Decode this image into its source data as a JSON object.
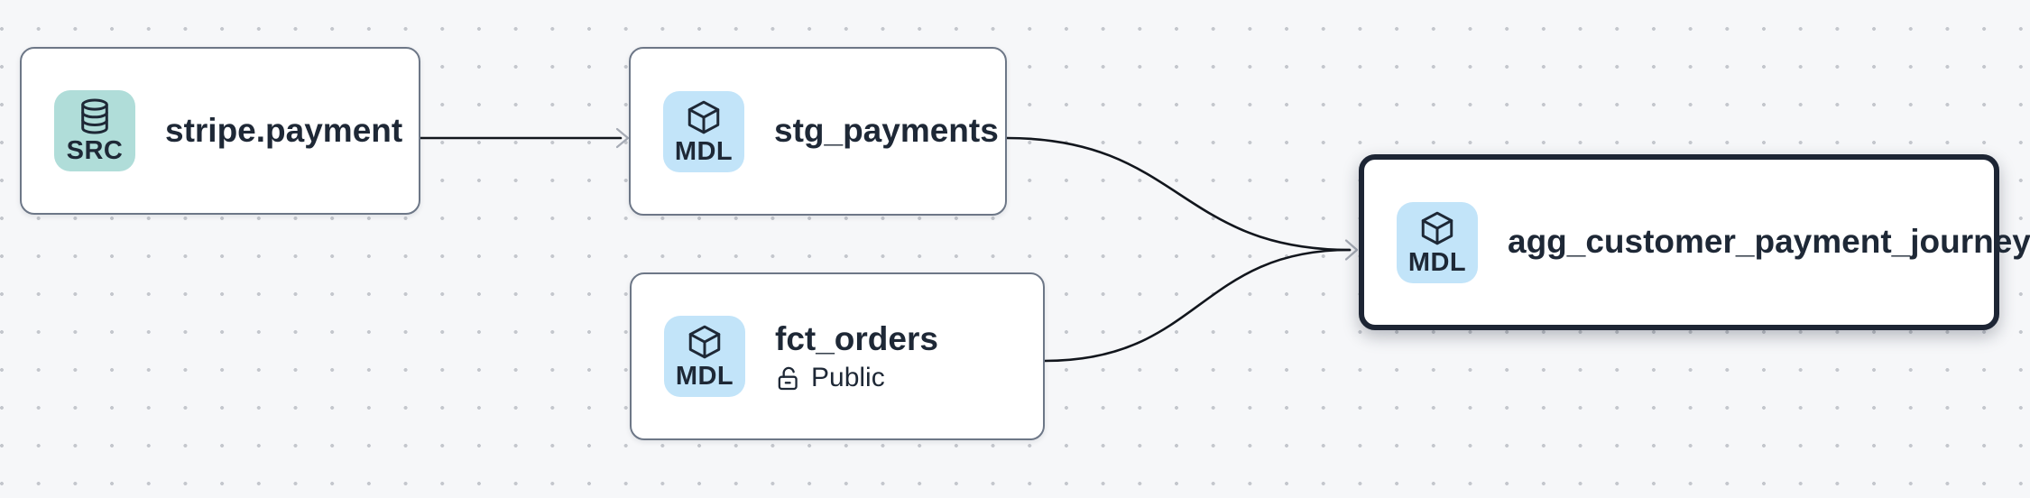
{
  "canvas": {
    "background": "#f6f7f9",
    "dot_color": "#c4c7cd"
  },
  "palette": {
    "node_background": "#ffffff",
    "node_border": "#6d7787",
    "selected_node_border": "#1d2534",
    "title_text": "#1e2836",
    "edge": "#12161d",
    "arrowhead": "#a6abb5",
    "badge_source_bg": "#b0ddd9",
    "badge_model_bg": "#c2e4f9"
  },
  "nodes": [
    {
      "title": "stripe.payment",
      "badge": {
        "label": "SRC",
        "icon": "database-icon",
        "bg": "#b0ddd9"
      },
      "selected": false
    },
    {
      "title": "stg_payments",
      "badge": {
        "label": "MDL",
        "icon": "cube-icon",
        "bg": "#c2e4f9"
      },
      "selected": false
    },
    {
      "title": "fct_orders",
      "badge": {
        "label": "MDL",
        "icon": "cube-icon",
        "bg": "#c2e4f9"
      },
      "access_label": "Public",
      "access_icon": "unlock-icon",
      "selected": false
    },
    {
      "title": "agg_customer_payment_journey",
      "badge": {
        "label": "MDL",
        "icon": "cube-icon",
        "bg": "#c2e4f9"
      },
      "selected": true
    }
  ],
  "edges": [
    {
      "from": "stripe.payment",
      "to": "stg_payments"
    },
    {
      "from": "stg_payments",
      "to": "agg_customer_payment_journey"
    },
    {
      "from": "fct_orders",
      "to": "agg_customer_payment_journey"
    }
  ]
}
